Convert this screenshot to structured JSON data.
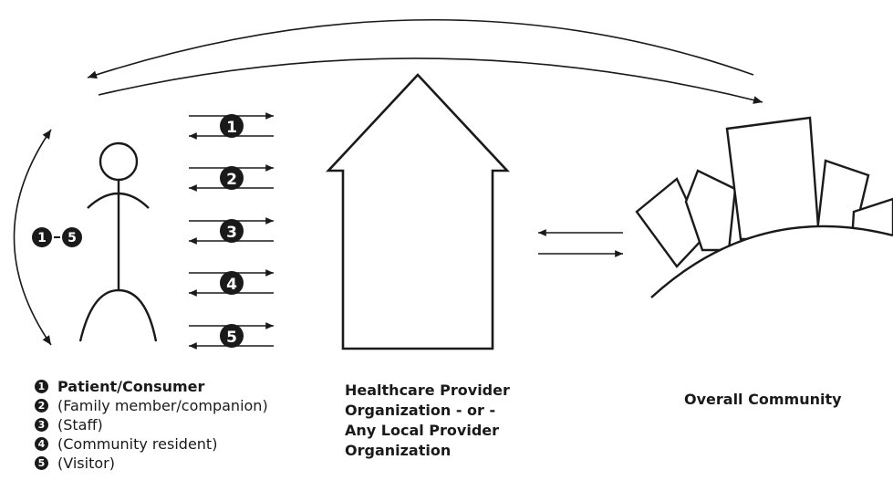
{
  "figure": {
    "range_label": {
      "from": "1",
      "to": "5"
    },
    "exchange_markers": [
      "1",
      "2",
      "3",
      "4",
      "5"
    ]
  },
  "legend": {
    "items": [
      {
        "number": "1",
        "text": "Patient/Consumer",
        "emphasis": true
      },
      {
        "number": "2",
        "text": "(Family member/companion)",
        "emphasis": false
      },
      {
        "number": "3",
        "text": "(Staff)",
        "emphasis": false
      },
      {
        "number": "4",
        "text": "(Community resident)",
        "emphasis": false
      },
      {
        "number": "5",
        "text": "(Visitor)",
        "emphasis": false
      }
    ]
  },
  "provider": {
    "label_lines": [
      "Healthcare Provider",
      "Organization - or -",
      "Any Local Provider",
      "Organization"
    ]
  },
  "community": {
    "label": "Overall Community"
  },
  "colors": {
    "ink": "#1a1a1a",
    "background": "#ffffff"
  }
}
